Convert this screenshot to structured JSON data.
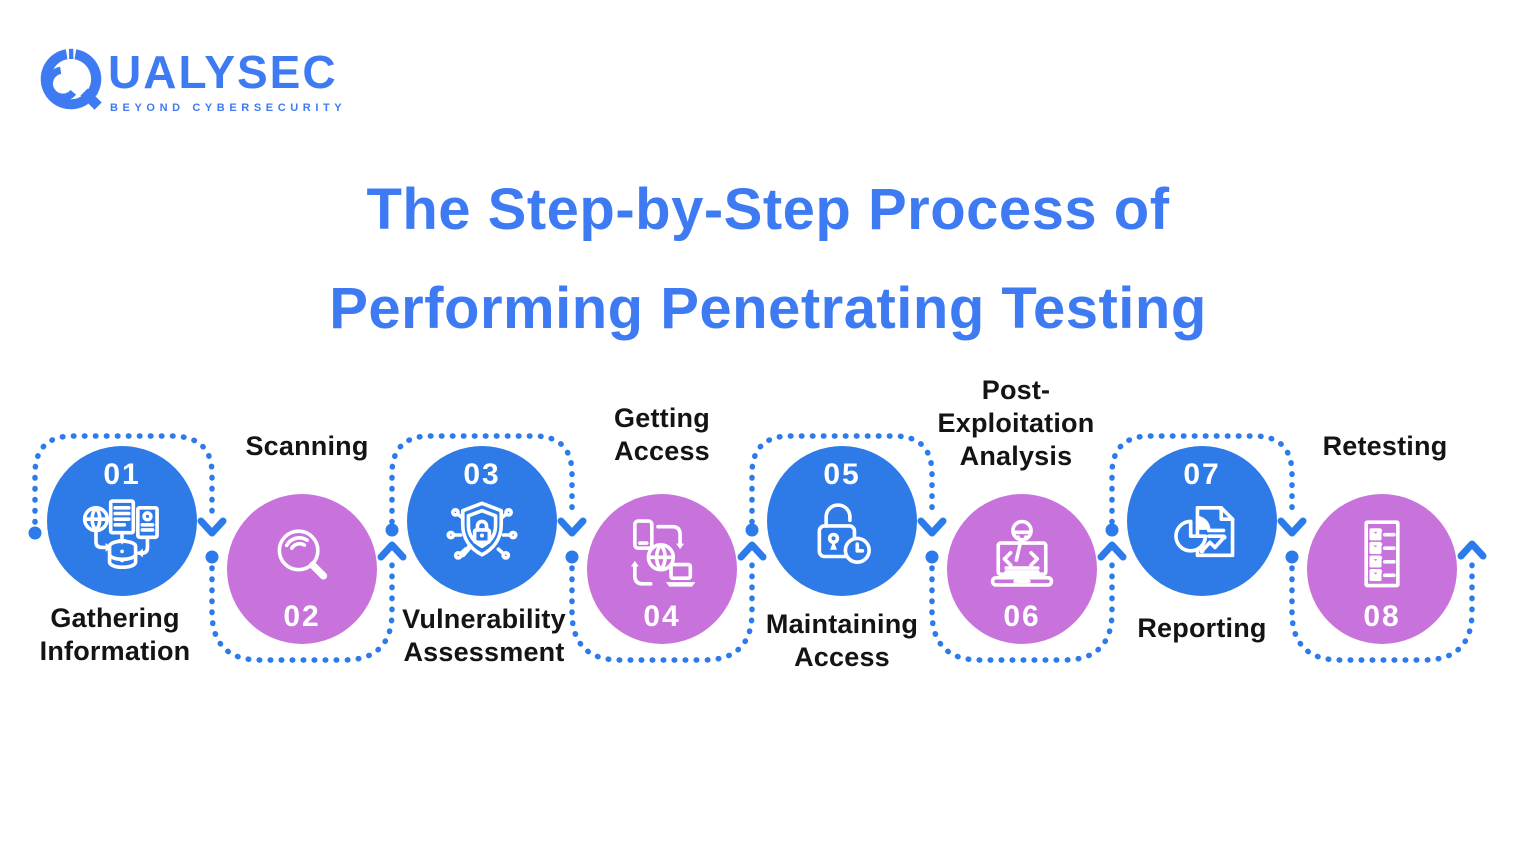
{
  "logo": {
    "brand": "QUALYSEC",
    "brand_rest": "UALYSEC",
    "tagline": "BEYOND CYBERSECURITY"
  },
  "title": {
    "lines": [
      "The Step-by-Step Process of",
      "Performing Penetrating Testing"
    ]
  },
  "steps": [
    {
      "number": "01",
      "label_lines": [
        "Gathering",
        "Information"
      ],
      "color": "blue",
      "label_position": "below",
      "icon": "data-gathering-icon"
    },
    {
      "number": "02",
      "label_lines": [
        "Scanning"
      ],
      "color": "purple",
      "label_position": "above",
      "icon": "magnifier-icon"
    },
    {
      "number": "03",
      "label_lines": [
        "Vulnerability",
        "Assessment"
      ],
      "color": "blue",
      "label_position": "below",
      "icon": "shield-lock-scan-icon"
    },
    {
      "number": "04",
      "label_lines": [
        "Getting",
        "Access"
      ],
      "color": "purple",
      "label_position": "above",
      "icon": "device-network-transfer-icon"
    },
    {
      "number": "05",
      "label_lines": [
        "Maintaining",
        "Access"
      ],
      "color": "blue",
      "label_position": "below",
      "icon": "unlocked-padlock-clock-icon"
    },
    {
      "number": "06",
      "label_lines": [
        "Post-",
        "Exploitation",
        "Analysis"
      ],
      "color": "purple",
      "label_position": "above",
      "icon": "laptop-spy-code-icon"
    },
    {
      "number": "07",
      "label_lines": [
        "Reporting"
      ],
      "color": "blue",
      "label_position": "below",
      "icon": "report-pie-chart-icon"
    },
    {
      "number": "08",
      "label_lines": [
        "Retesting"
      ],
      "color": "purple",
      "label_position": "above",
      "icon": "checklist-icon"
    }
  ],
  "colors": {
    "circle_blue": "#2E7BE8",
    "circle_purple": "#C873DC",
    "path_blue": "#2D7BEA",
    "title_blue": "#3E7BF3",
    "logo_blue": "#3E7BF3",
    "label_dark": "#141414",
    "bg": "#FFFFFF"
  }
}
